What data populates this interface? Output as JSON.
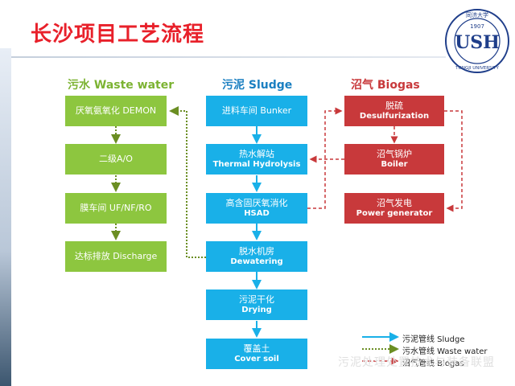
{
  "title": "长沙项目工艺流程",
  "logo": {
    "year": "1907",
    "chars": "同济大学",
    "text_en": "TONGJI UNIVERSITY"
  },
  "columns": {
    "water": {
      "header": "污水 Waste water",
      "color": "#8dc63f"
    },
    "sludge": {
      "header": "污泥 Sludge",
      "color": "#19b0e8"
    },
    "biogas": {
      "header": "沼气 Biogas",
      "color": "#c8393b"
    }
  },
  "water_nodes": [
    {
      "zh": "厌氧氨氧化 DEMON",
      "en": ""
    },
    {
      "zh": "二级A/O",
      "en": ""
    },
    {
      "zh": "膜车间 UF/NF/RO",
      "en": ""
    },
    {
      "zh": "达标排放 Discharge",
      "en": ""
    }
  ],
  "sludge_nodes": [
    {
      "zh": "进料车间 Bunker",
      "en": ""
    },
    {
      "zh": "热水解站",
      "en": "Thermal Hydrolysis"
    },
    {
      "zh": "高含固厌氧消化",
      "en": "HSAD"
    },
    {
      "zh": "脱水机房",
      "en": "Dewatering"
    },
    {
      "zh": "污泥干化",
      "en": "Drying"
    },
    {
      "zh": "覆盖土",
      "en": "Cover soil"
    }
  ],
  "biogas_nodes": [
    {
      "zh": "脱硫",
      "en": "Desulfurization"
    },
    {
      "zh": "沼气锅炉",
      "en": "Boiler"
    },
    {
      "zh": "沼气发电",
      "en": "Power generator"
    }
  ],
  "legend": {
    "sludge_line": "污泥管线 Sludge",
    "water_line": "污水管线 Waste water",
    "biogas_line": "沼气管线 Biogas"
  },
  "watermark": "污泥处理处置技术与装备联盟"
}
